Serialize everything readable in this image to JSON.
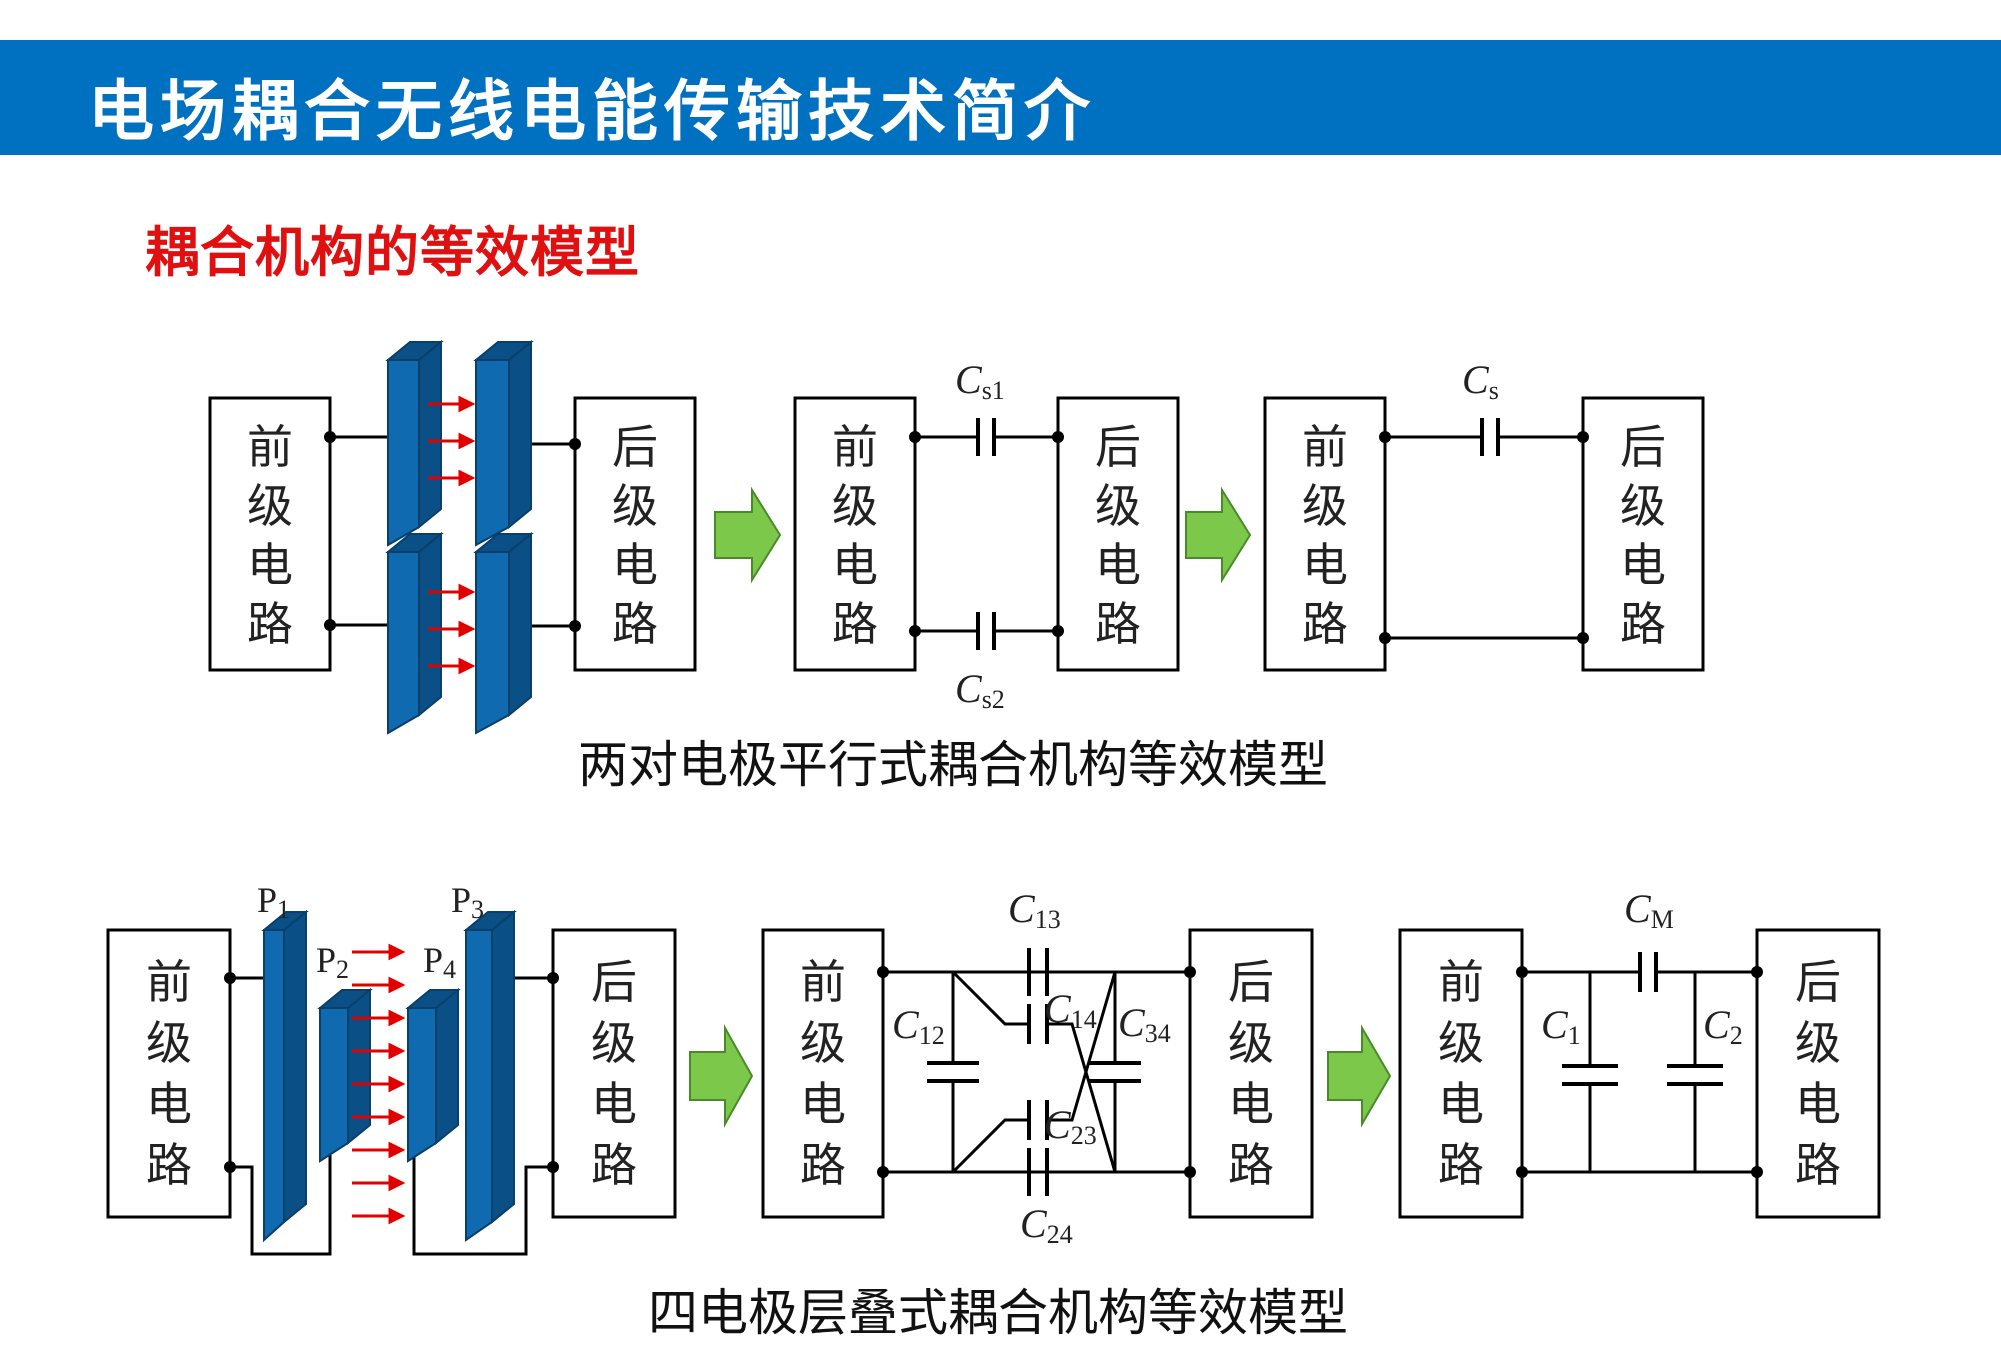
{
  "header": {
    "title": "电场耦合无线电能传输技术简介"
  },
  "section": {
    "title": "耦合机构的等效模型"
  },
  "boxes": {
    "front": [
      "前",
      "级",
      "电",
      "路"
    ],
    "back": [
      "后",
      "级",
      "电",
      "路"
    ]
  },
  "diagram1": {
    "caption": "两对电极平行式耦合机构等效模型",
    "cs1": {
      "main": "C",
      "sub": "s1"
    },
    "cs2": {
      "main": "C",
      "sub": "s2"
    },
    "cs": {
      "main": "C",
      "sub": "s"
    }
  },
  "diagram2": {
    "caption": "四电极层叠式耦合机构等效模型",
    "plates": [
      {
        "main": "P",
        "sub": "1"
      },
      {
        "main": "P",
        "sub": "2"
      },
      {
        "main": "P",
        "sub": "3"
      },
      {
        "main": "P",
        "sub": "4"
      }
    ],
    "c13": {
      "main": "C",
      "sub": "13"
    },
    "c14": {
      "main": "C",
      "sub": "14"
    },
    "c12": {
      "main": "C",
      "sub": "12"
    },
    "c34": {
      "main": "C",
      "sub": "34"
    },
    "c23": {
      "main": "C",
      "sub": "23"
    },
    "c24": {
      "main": "C",
      "sub": "24"
    },
    "cm": {
      "main": "C",
      "sub": "M"
    },
    "c1": {
      "main": "C",
      "sub": "1"
    },
    "c2": {
      "main": "C",
      "sub": "2"
    }
  }
}
